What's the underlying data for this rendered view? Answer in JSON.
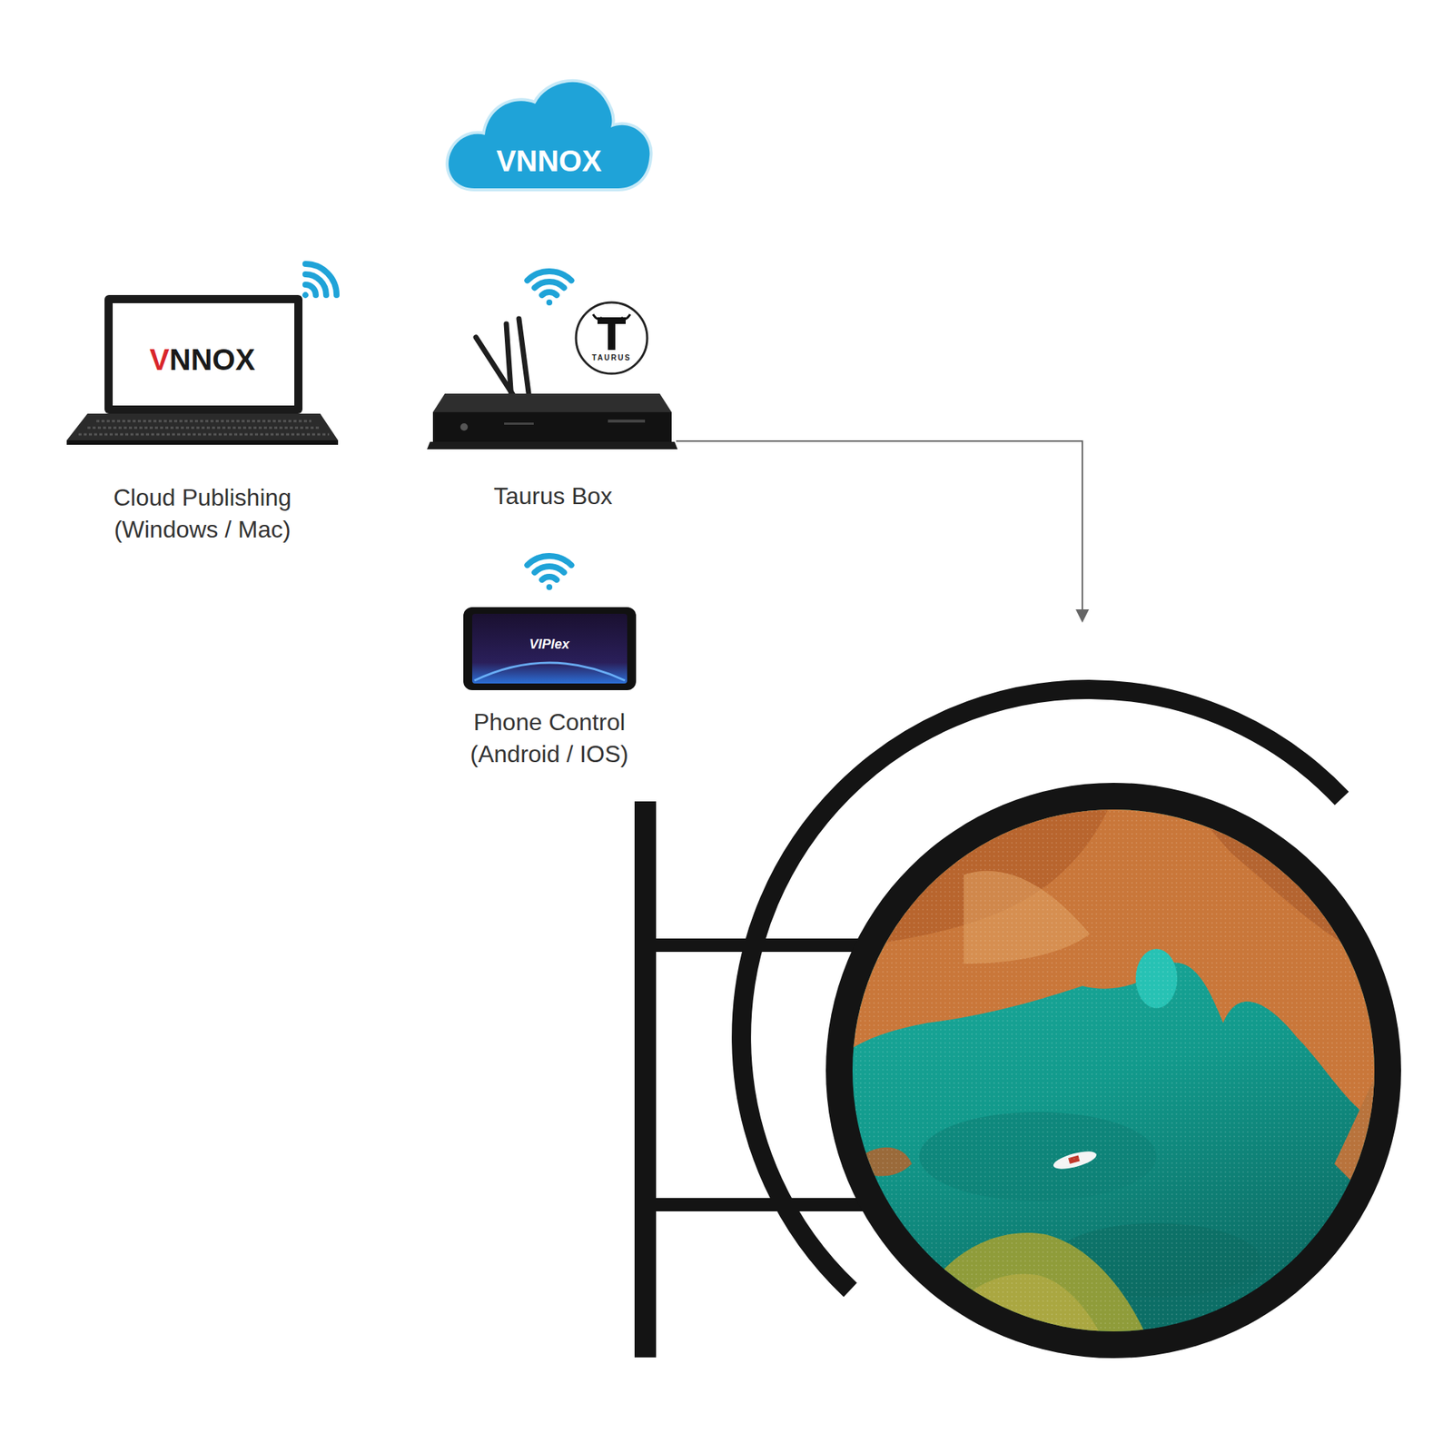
{
  "diagram": {
    "nodes": [
      {
        "text": [
          "VNNOX"
        ]
      },
      {
        "text": [
          "VNNOX",
          "Cloud Publishing (Windows / Mac)"
        ]
      },
      {
        "text": [
          "Taurus Box"
        ]
      },
      {
        "text": [
          "VIPlex",
          "Phone Control (Android / IOS)"
        ]
      }
    ],
    "labels": [
      "TAURUS"
    ]
  }
}
